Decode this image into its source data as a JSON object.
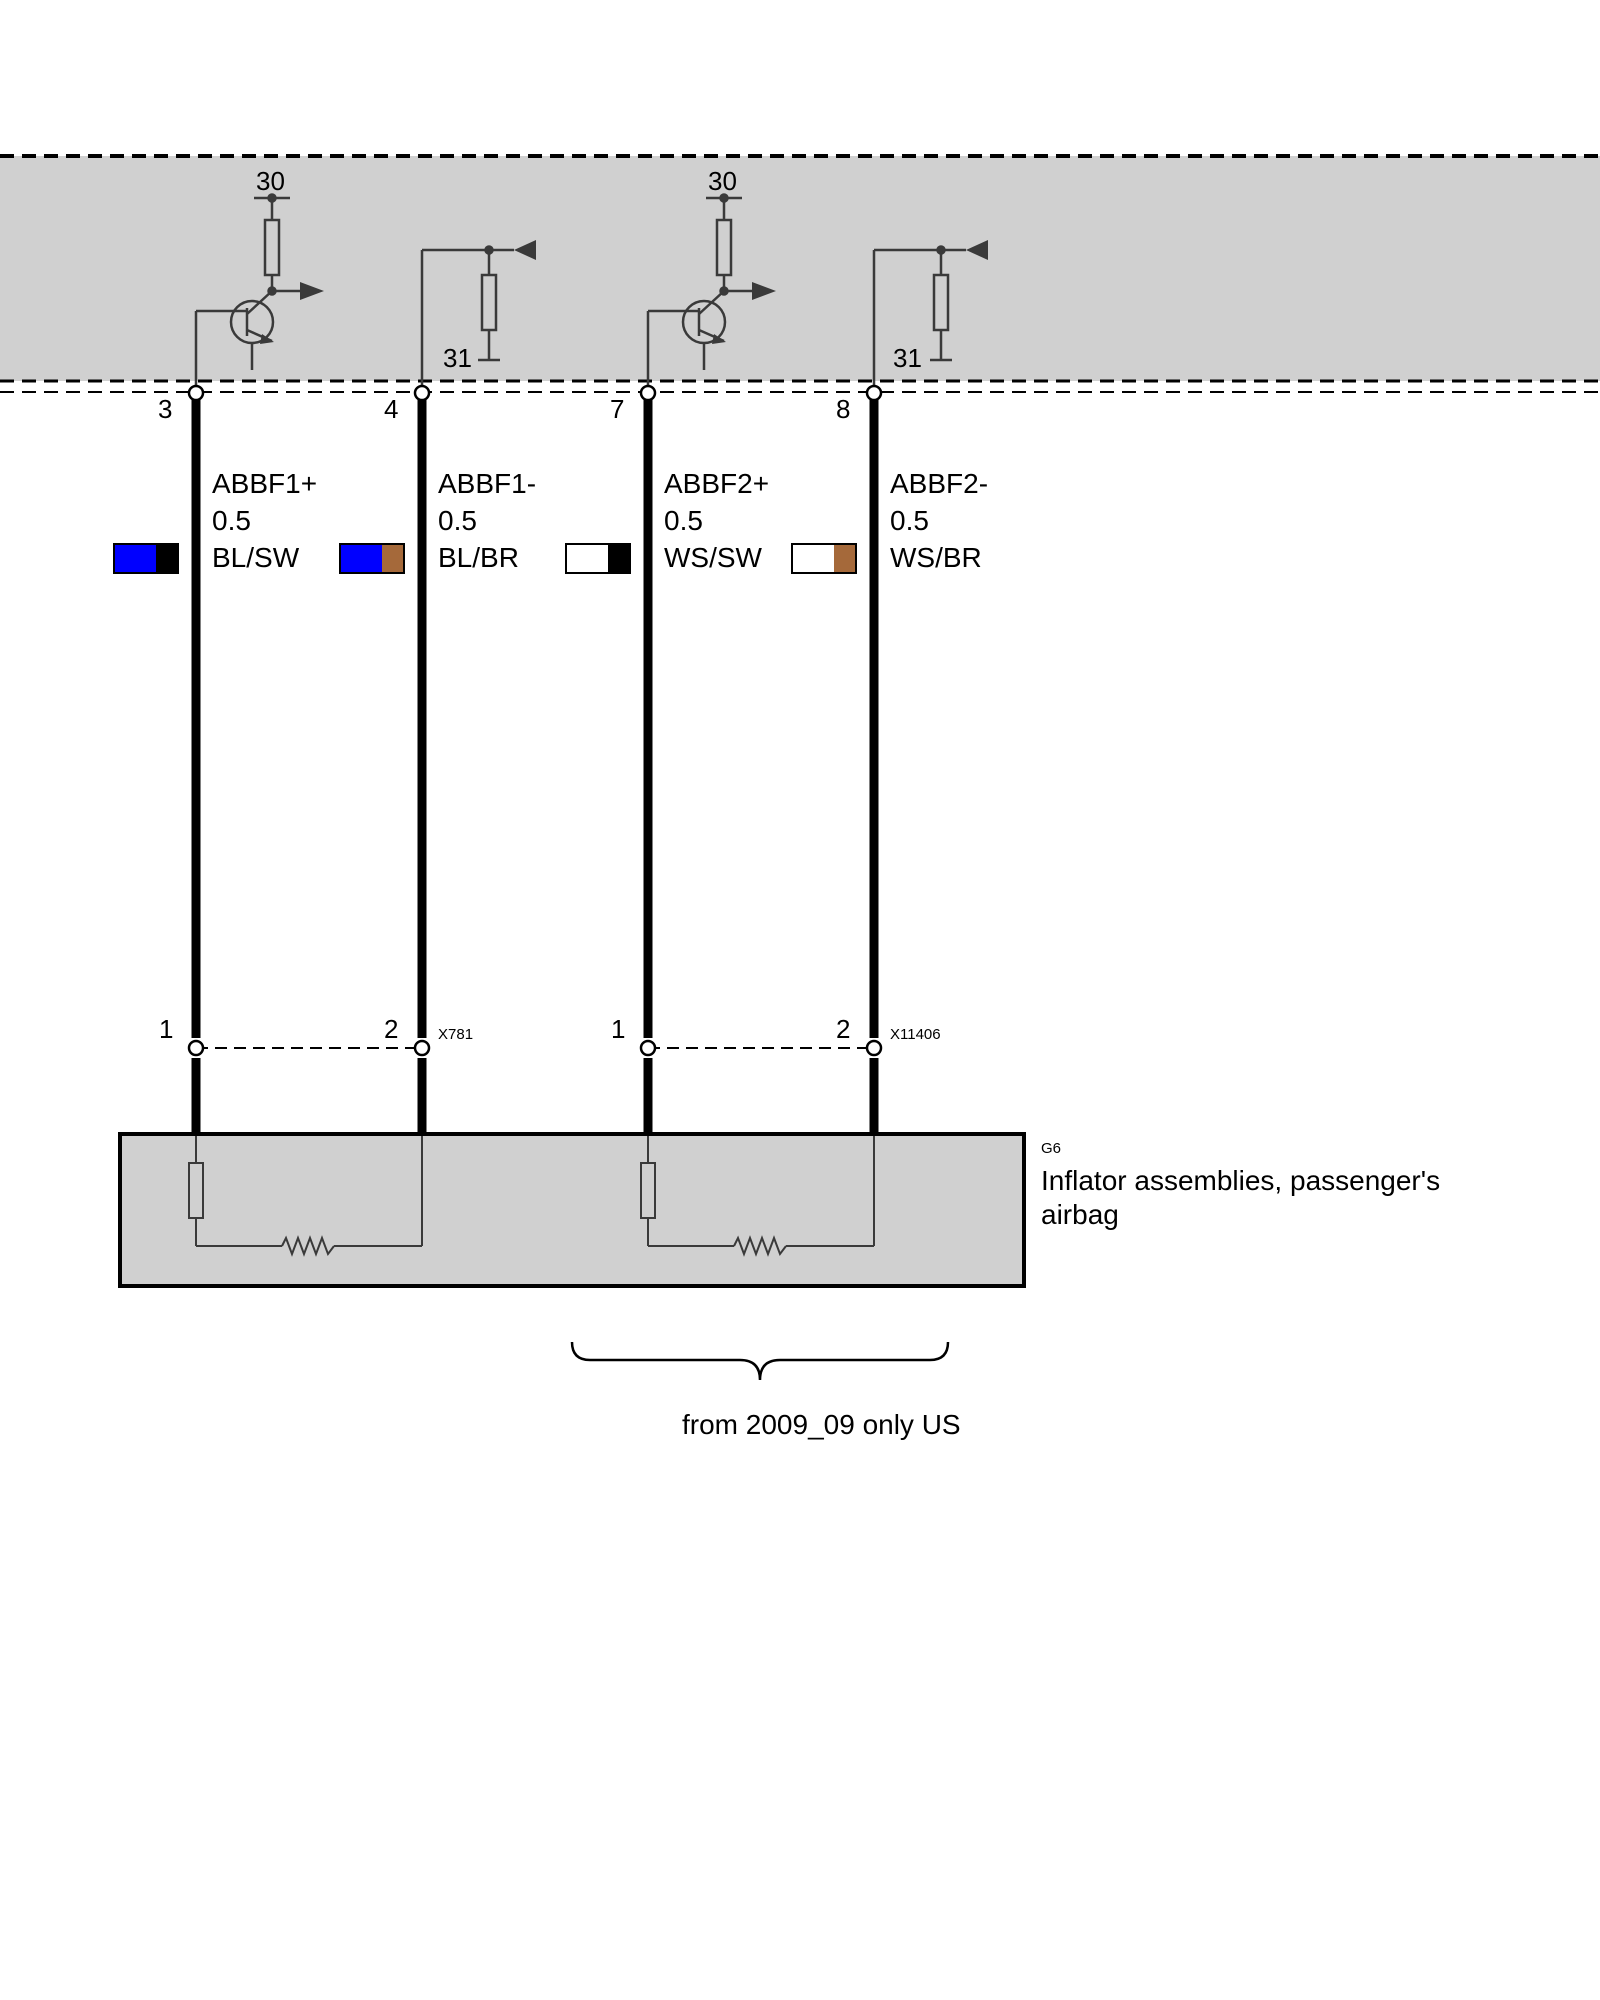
{
  "supply": {
    "plus": "30",
    "ground": "31"
  },
  "control_unit_pins": [
    "3",
    "4",
    "7",
    "8"
  ],
  "wires": [
    {
      "name": "ABBF1+",
      "size": "0.5",
      "color": "BL/SW",
      "colors": [
        "#0000ff",
        "#000000"
      ]
    },
    {
      "name": "ABBF1-",
      "size": "0.5",
      "color": "BL/BR",
      "colors": [
        "#0000ff",
        "#a5693a"
      ]
    },
    {
      "name": "ABBF2+",
      "size": "0.5",
      "color": "WS/SW",
      "colors": [
        "#ffffff",
        "#000000"
      ]
    },
    {
      "name": "ABBF2-",
      "size": "0.5",
      "color": "WS/BR",
      "colors": [
        "#ffffff",
        "#a5693a"
      ]
    }
  ],
  "connectors": [
    {
      "id": "X781",
      "pins": [
        "1",
        "2"
      ]
    },
    {
      "id": "X11406",
      "pins": [
        "1",
        "2"
      ]
    }
  ],
  "component": {
    "id": "G6",
    "name_line1": "Inflator assemblies, passenger's",
    "name_line2": "airbag"
  },
  "note": "from 2009_09 only US",
  "colors": {
    "module_fill": "#d0d0d0",
    "component_fill": "#d0d0d0",
    "line": "#000000",
    "symbol": "#3a3a3a"
  }
}
